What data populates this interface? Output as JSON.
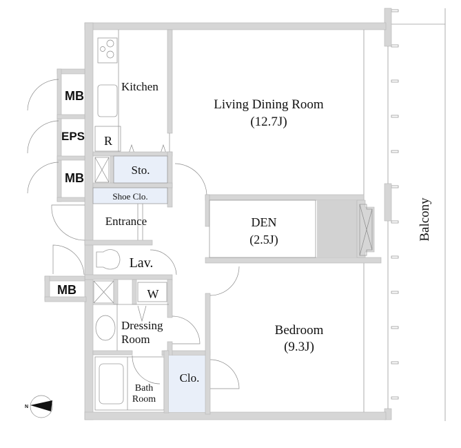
{
  "rooms": {
    "kitchen": "Kitchen",
    "ldr": "Living Dining Room",
    "ldr_size": "(12.7J)",
    "den": "DEN",
    "den_size": "(2.5J)",
    "bedroom": "Bedroom",
    "bedroom_size": "(9.3J)",
    "balcony": "Balcony",
    "storage": "Sto.",
    "shoe_closet": "Shoe Clo.",
    "entrance": "Entrance",
    "lavatory": "Lav.",
    "washer": "W",
    "dressing_1": "Dressing",
    "dressing_2": "Room",
    "bath_1": "Bath",
    "bath_2": "Room",
    "closet": "Clo.",
    "refrigerator": "R",
    "mb_top": "MB",
    "eps": "EPS",
    "mb_mid": "MB",
    "mb_low": "MB"
  },
  "compass": {
    "label": "N"
  },
  "colors": {
    "wall": "#d6d6d6",
    "storage_fill": "#e9eff9"
  }
}
